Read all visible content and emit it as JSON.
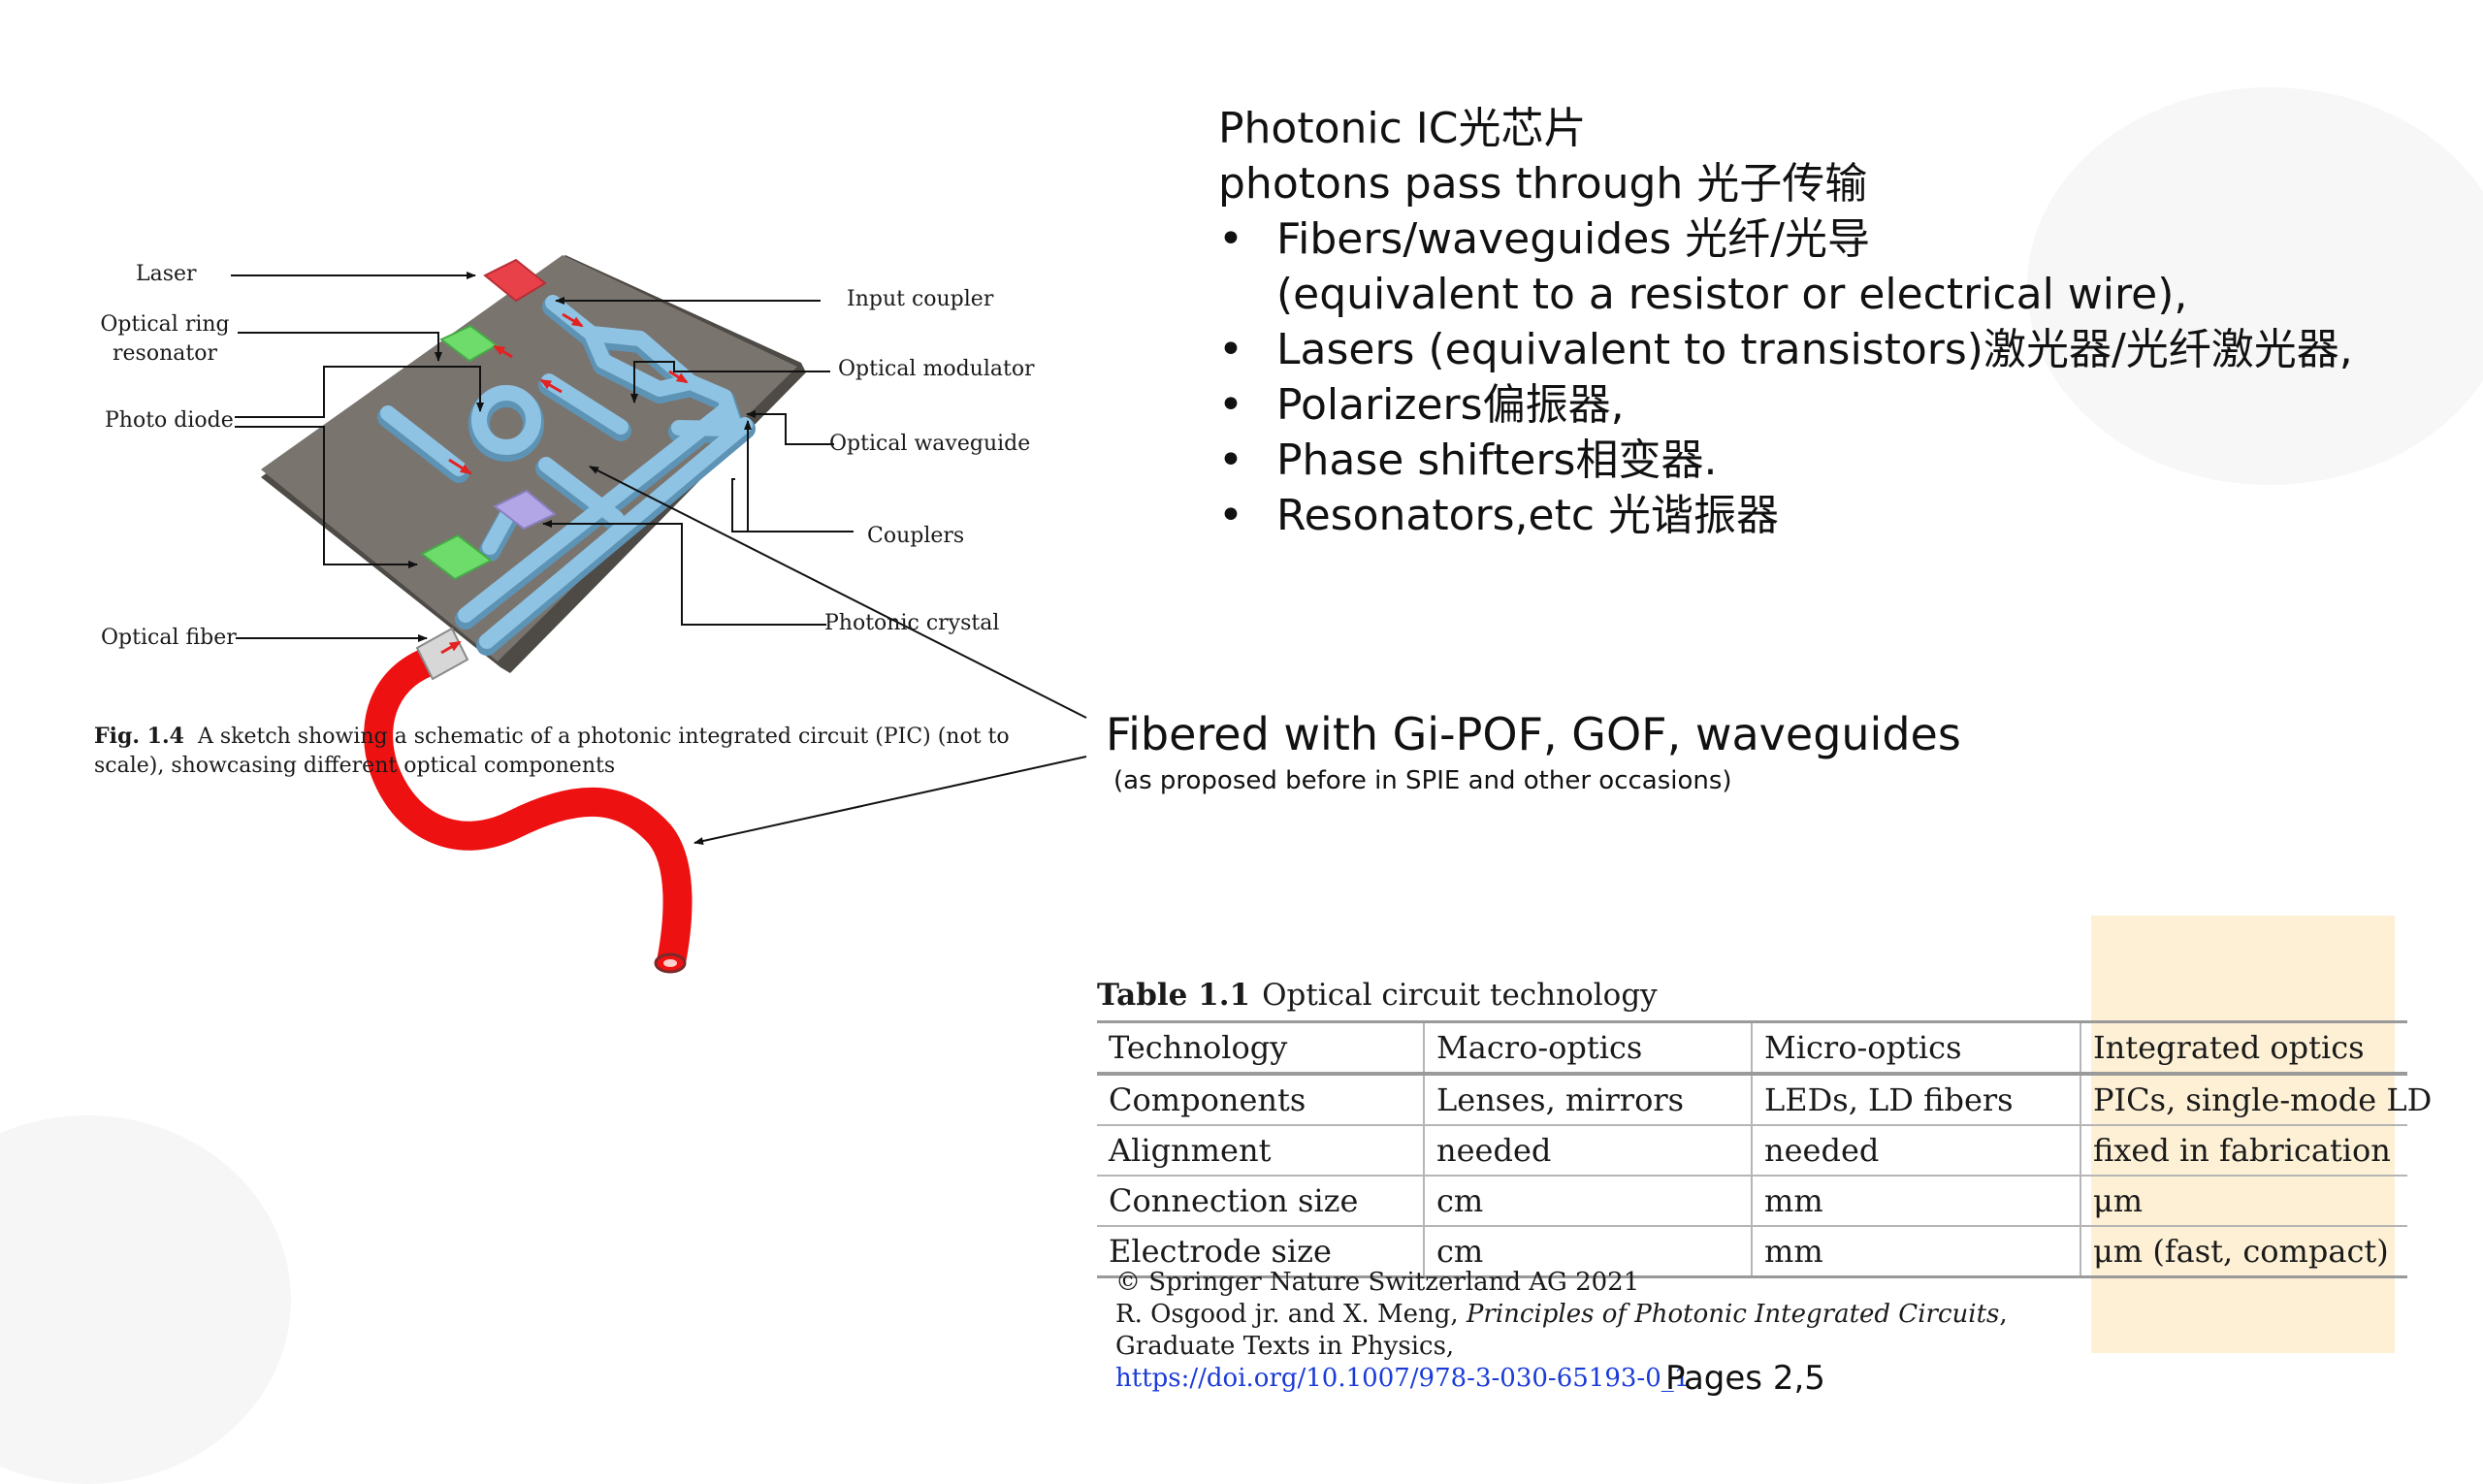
{
  "slide": {
    "bullets": {
      "line1": "Photonic IC光芯片",
      "line2": "photons pass through 光子传输",
      "items": [
        "Fibers/waveguides 光纤/光导",
        "(equivalent to a resistor or electrical wire),",
        "Lasers (equivalent to transistors)激光器/光纤激光器,",
        "Polarizers偏振器,",
        "Phase shifters相变器.",
        "Resonators,etc 光谐振器"
      ],
      "bullet_glyph": "•"
    },
    "figure": {
      "labels": {
        "laser": "Laser",
        "ring_line1": "Optical ring",
        "ring_line2": "resonator",
        "photodiode": "Photo diode",
        "optical_fiber": "Optical fiber",
        "input_coupler": "Input coupler",
        "modulator": "Optical modulator",
        "waveguide": "Optical waveguide",
        "couplers": "Couplers",
        "photonic_crystal": "Photonic crystal"
      },
      "caption_bold": "Fig. 1.4",
      "caption_text": "A sketch showing a schematic of a photonic integrated circuit (PIC) (not to scale), showcasing different optical components"
    },
    "fibered": {
      "title": "Fibered with Gi-POF, GOF, waveguides",
      "note": "(as proposed before in SPIE and other occasions)"
    },
    "table": {
      "title_bold": "Table 1.1",
      "title_text": "Optical circuit technology",
      "headers": [
        "Technology",
        "Macro-optics",
        "Micro-optics",
        "Integrated optics"
      ],
      "rows": [
        [
          "Components",
          "Lenses, mirrors",
          "LEDs, LD fibers",
          "PICs, single-mode LD"
        ],
        [
          "Alignment",
          "needed",
          "needed",
          "fixed in fabrication"
        ],
        [
          "Connection size",
          "cm",
          "mm",
          "μm"
        ],
        [
          "Electrode size",
          "cm",
          "mm",
          "μm (fast, compact)"
        ]
      ]
    },
    "citation": {
      "line1": "© Springer Nature Switzerland AG 2021",
      "line2_prefix": "R. Osgood jr. and X. Meng, ",
      "line2_italic": "Principles of Photonic Integrated Circuits",
      "line2_suffix": ",",
      "line3": "Graduate Texts in Physics,",
      "doi": "https://doi.org/10.1007/978-3-030-65193-0_1"
    },
    "pages": "Pages 2,5",
    "colors": {
      "chip": "#7a746f",
      "waveguide": "#8fc3e3",
      "laser": "#e8414a",
      "photodiode": "#6ddc6a",
      "photonic_crystal": "#b3a6e6",
      "fiber": "#ee1111",
      "table_highlight": "#fdf0d5",
      "doi_link": "#1a3bd8"
    }
  }
}
